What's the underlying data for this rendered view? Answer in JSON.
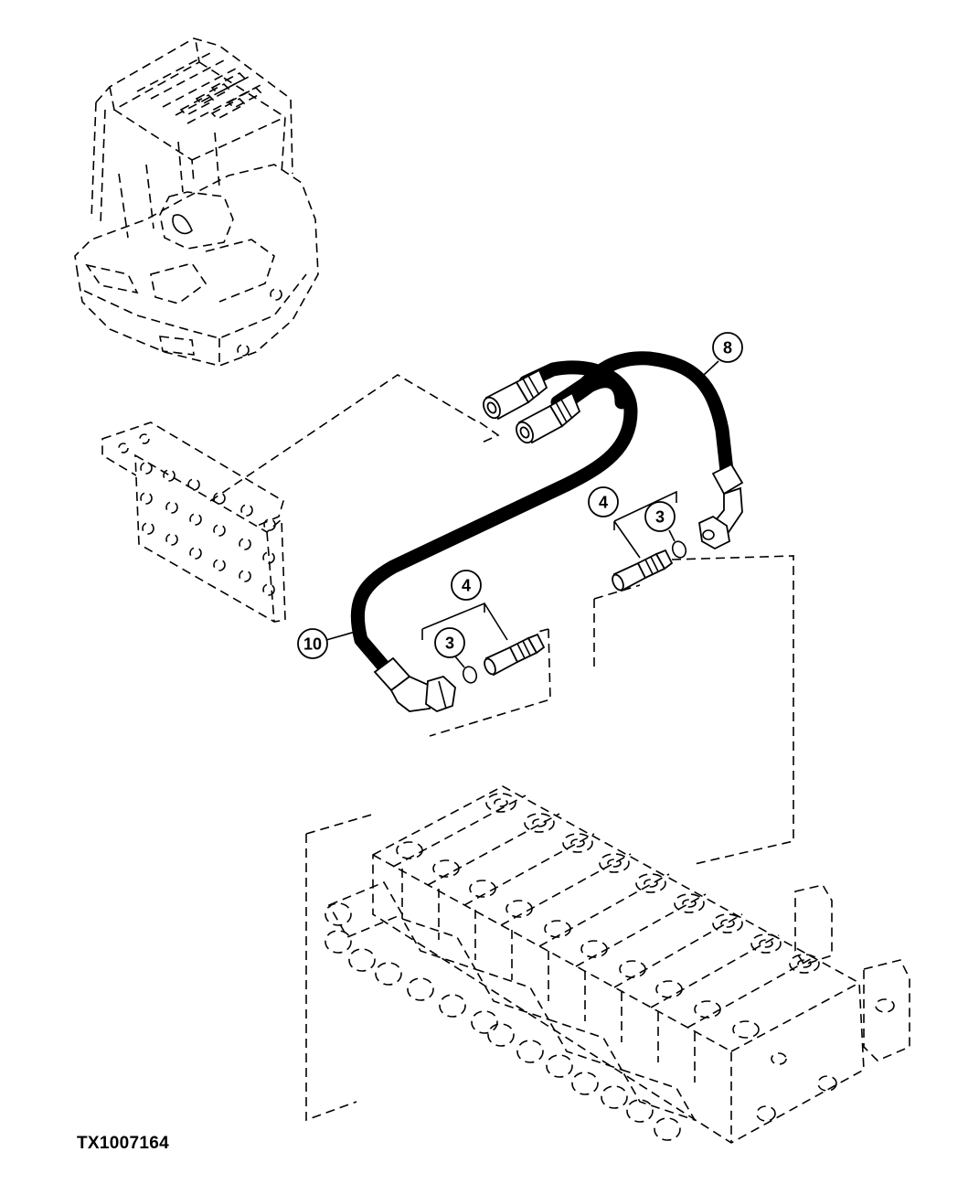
{
  "figure_id": "TX1007164",
  "callouts": {
    "hose_upper": "8",
    "hose_lower": "10",
    "fitting_upper": "4",
    "oring_upper": "3",
    "fitting_lower": "4",
    "oring_lower": "3"
  }
}
